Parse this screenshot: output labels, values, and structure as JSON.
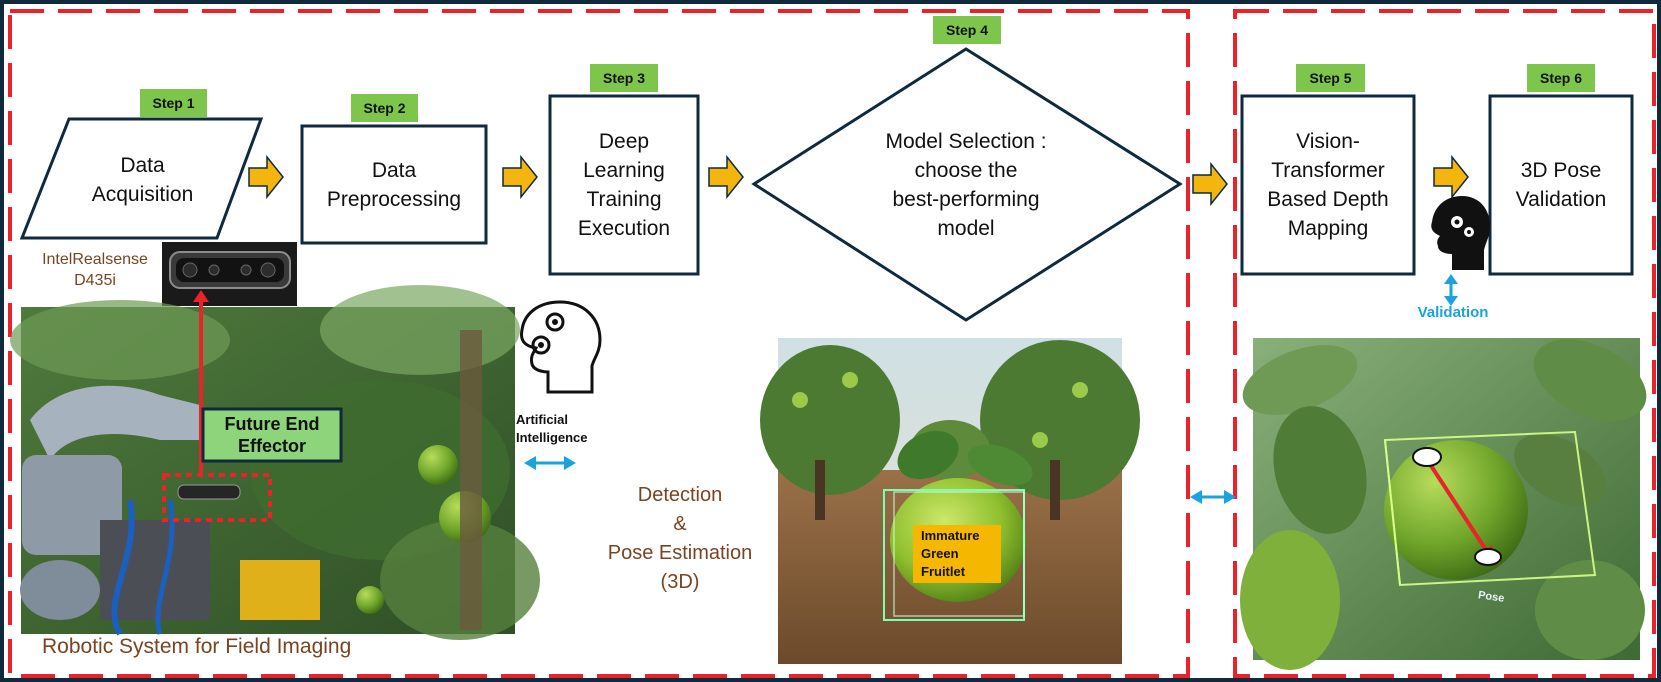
{
  "steps": [
    {
      "badge": "Step 1",
      "label": "Data\nAcquisition"
    },
    {
      "badge": "Step 2",
      "label": "Data\nPreprocessing"
    },
    {
      "badge": "Step 3",
      "label": "Deep\nLearning\nTraining\nExecution"
    },
    {
      "badge": "Step 4",
      "label": "Model Selection :\nchoose the\nbest-performing\nmodel"
    },
    {
      "badge": "Step 5",
      "label": "Vision-\nTransformer\nBased Depth\nMapping"
    },
    {
      "badge": "Step 6",
      "label": "3D Pose\nValidation"
    }
  ],
  "camera_label": "IntelRealsense\nD435i",
  "end_effector_label": "Future End\nEffector",
  "robot_caption": "Robotic System for Field Imaging",
  "ai_label": "Artificial\nIntelligence",
  "detection_label": "Detection\n&\nPose Estimation\n(3D)",
  "fruit_label": "Immature\nGreen\nFruitlet",
  "validation_label": "Validation",
  "pose_label": "Pose",
  "icons": [
    "gear-head-icon",
    "gear-head-filled-icon",
    "camera-icon",
    "arrow-right-icon",
    "double-arrow-icon"
  ],
  "colors": {
    "frame_red": "#e8242a",
    "outer_border": "#0f2a3d",
    "step_green": "#7ec64b",
    "arrow_orange": "#f5b50f",
    "accent_blue": "#19a3e0",
    "text_brown": "#7a4420",
    "effector_green": "#8ed47a",
    "fruit_label_bg": "#f5b700"
  }
}
